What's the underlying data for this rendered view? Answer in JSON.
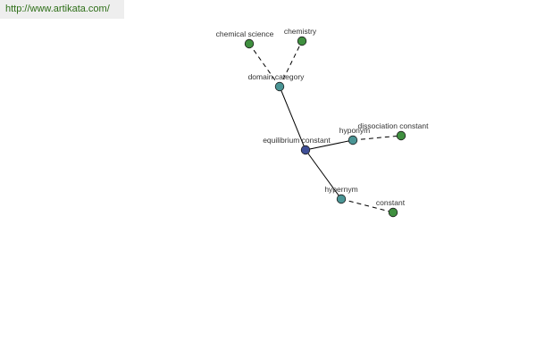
{
  "site": {
    "url_text": "http://www.artikata.com/"
  },
  "colors": {
    "center": "#3f4f97",
    "relation": "#4a9595",
    "leaf": "#3f8f3f",
    "banner_text": "#2d6e17",
    "banner_bg": "#eeeeee"
  },
  "nodes": [
    {
      "id": "equilibrium-constant",
      "label": "equilibrium constant",
      "kind": "center"
    },
    {
      "id": "domain-category",
      "label": "domain category",
      "kind": "relation"
    },
    {
      "id": "hyponym",
      "label": "hyponym",
      "kind": "relation"
    },
    {
      "id": "hypernym",
      "label": "hypernym",
      "kind": "relation"
    },
    {
      "id": "chemical-science",
      "label": "chemical science",
      "kind": "leaf"
    },
    {
      "id": "chemistry",
      "label": "chemistry",
      "kind": "leaf"
    },
    {
      "id": "dissociation-constant",
      "label": "dissociation constant",
      "kind": "leaf"
    },
    {
      "id": "constant",
      "label": "constant",
      "kind": "leaf"
    }
  ],
  "edges": [
    {
      "from": "equilibrium-constant",
      "to": "domain-category",
      "style": "solid"
    },
    {
      "from": "equilibrium-constant",
      "to": "hyponym",
      "style": "solid"
    },
    {
      "from": "equilibrium-constant",
      "to": "hypernym",
      "style": "solid"
    },
    {
      "from": "domain-category",
      "to": "chemical-science",
      "style": "dashed"
    },
    {
      "from": "domain-category",
      "to": "chemistry",
      "style": "dashed"
    },
    {
      "from": "hyponym",
      "to": "dissociation-constant",
      "style": "dashed"
    },
    {
      "from": "hypernym",
      "to": "constant",
      "style": "dashed"
    }
  ]
}
